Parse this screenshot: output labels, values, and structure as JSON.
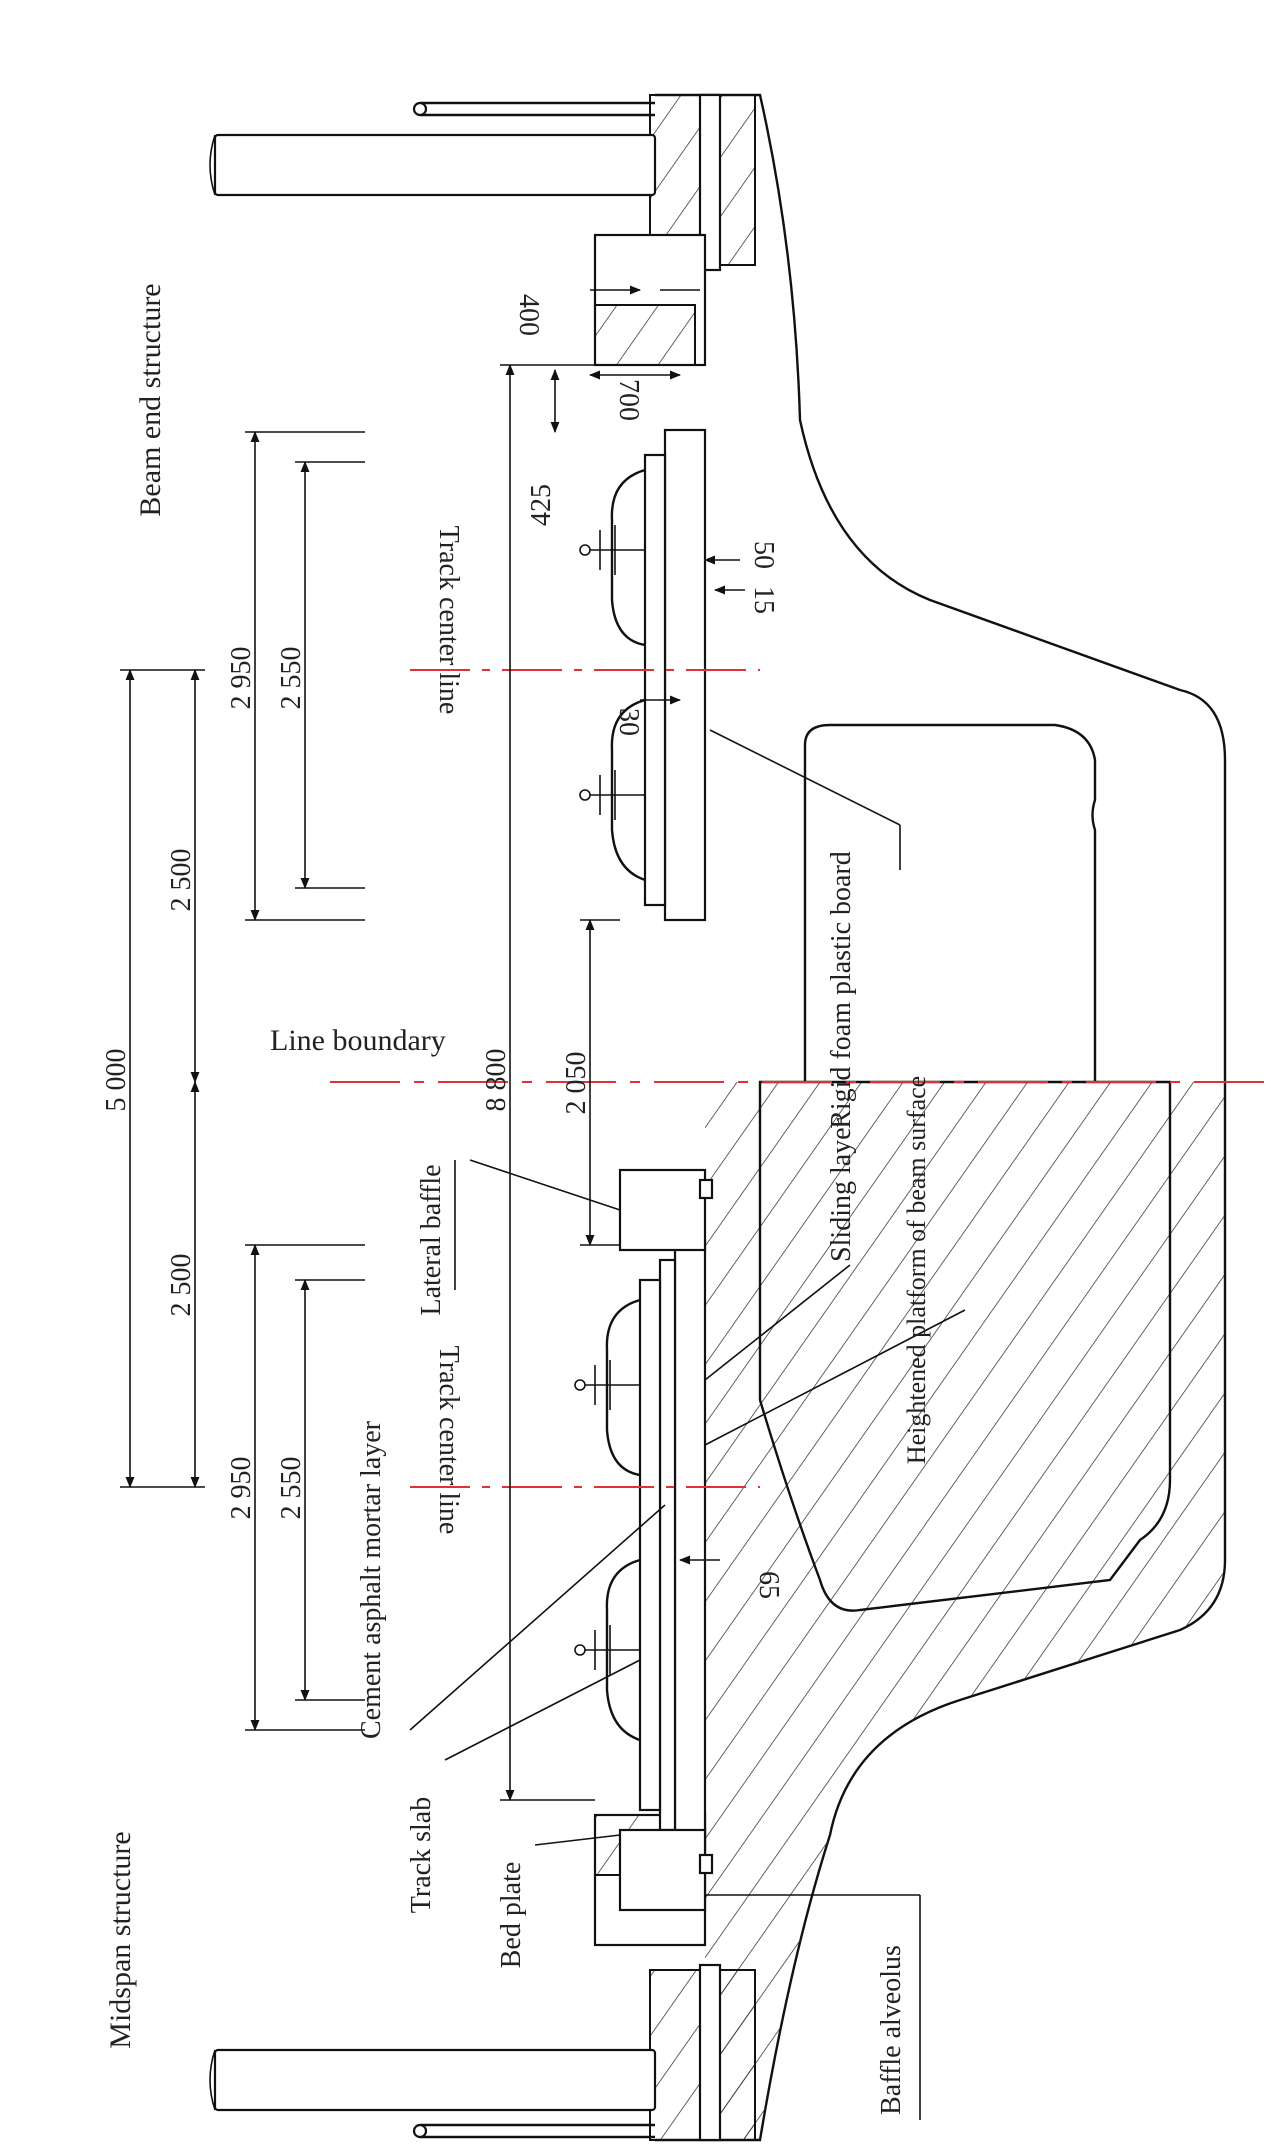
{
  "labels": {
    "beam_end": "Beam end structure",
    "midspan": "Midspan structure",
    "track_center_top": "Track center line",
    "track_center_bottom": "Track center line",
    "line_boundary": "Line boundary",
    "rigid_foam": "Rigid foam plastic board",
    "sliding_layer": "Sliding layer",
    "heightened_platform": "Heightened platform of beam surface",
    "lateral_baffle": "Lateral baffle",
    "cement_asphalt": "Cement asphalt mortar layer",
    "track_slab": "Track slab",
    "bed_plate": "Bed plate",
    "baffle_alveolus": "Baffle alveolus"
  },
  "dimensions": {
    "d5000": "5 000",
    "d2500_top": "2 500",
    "d2500_bottom": "2 500",
    "d2950_top": "2 950",
    "d2550_top": "2 550",
    "d2950_bottom": "2 950",
    "d2550_bottom": "2 550",
    "d8800": "8 800",
    "d2050": "2 050",
    "d425": "425",
    "d700": "700",
    "d400": "400",
    "d50": "50",
    "d15": "15",
    "d30": "30",
    "d65": "65"
  }
}
